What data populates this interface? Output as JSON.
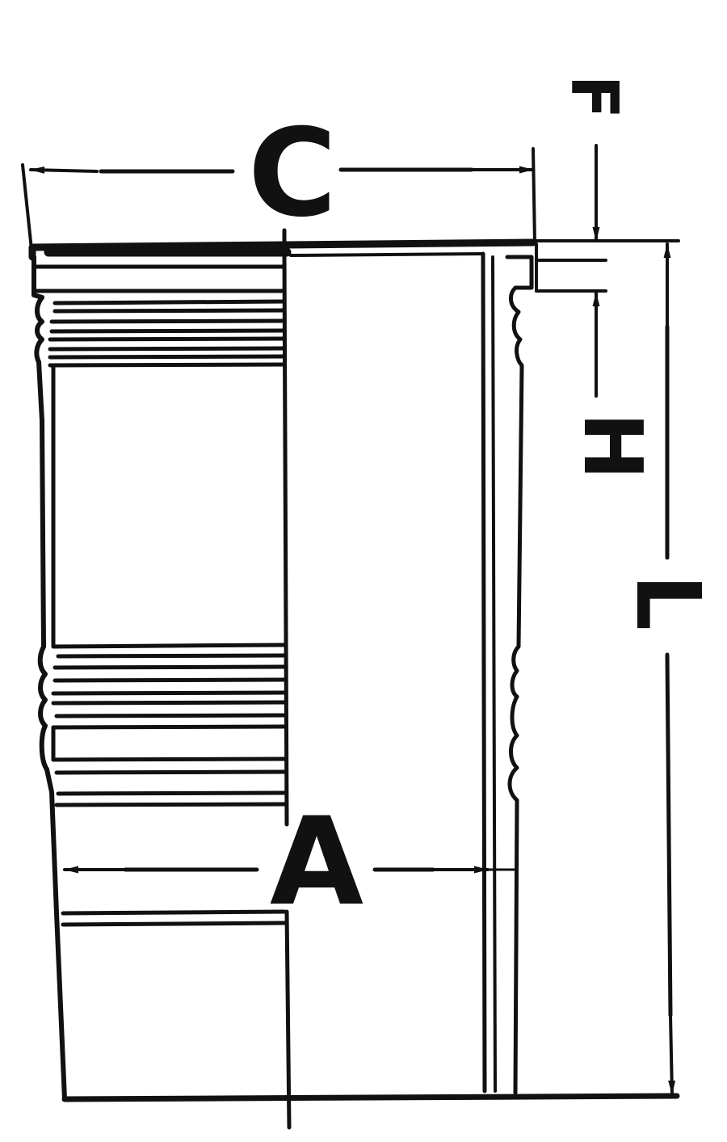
{
  "labels": {
    "C": "C",
    "A": "A",
    "F": "F",
    "H": "H",
    "L": "L"
  },
  "colors": {
    "ink": "#111111",
    "paper": "#ffffff"
  }
}
